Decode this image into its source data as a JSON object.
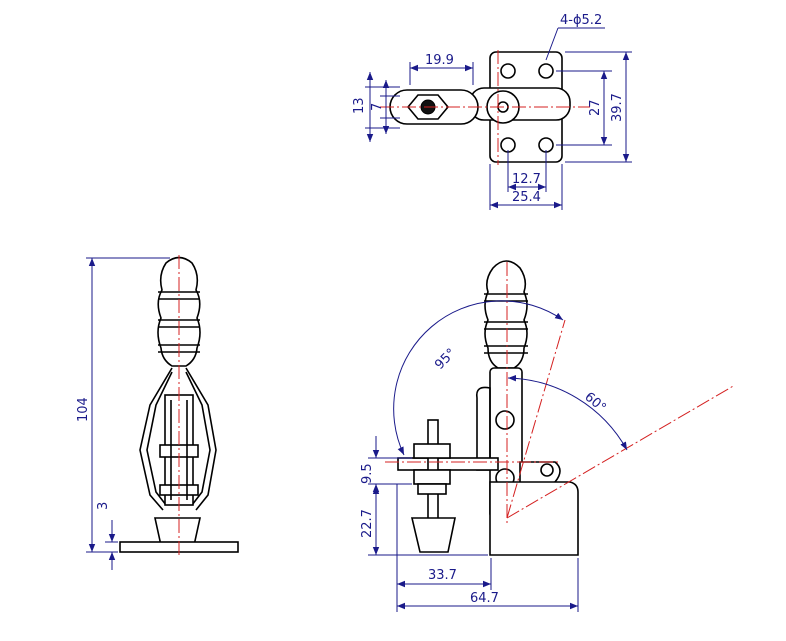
{
  "drawing": {
    "top_view": {
      "holes_label": "4-ϕ5.2",
      "dim_19_9": "19.9",
      "dim_13": "13",
      "dim_7": "7",
      "dim_27": "27",
      "dim_39_7": "39.7",
      "dim_12_7": "12.7",
      "dim_25_4": "25.4"
    },
    "front_view": {
      "dim_104": "104",
      "dim_3": "3"
    },
    "side_view": {
      "angle_95": "95°",
      "angle_60": "60°",
      "dim_9_5": "9.5",
      "dim_22_7": "22.7",
      "dim_33_7": "33.7",
      "dim_64_7": "64.7"
    },
    "colors": {
      "dimension": "#1a1a8a",
      "centerline": "#d42020",
      "object": "#000000"
    }
  }
}
